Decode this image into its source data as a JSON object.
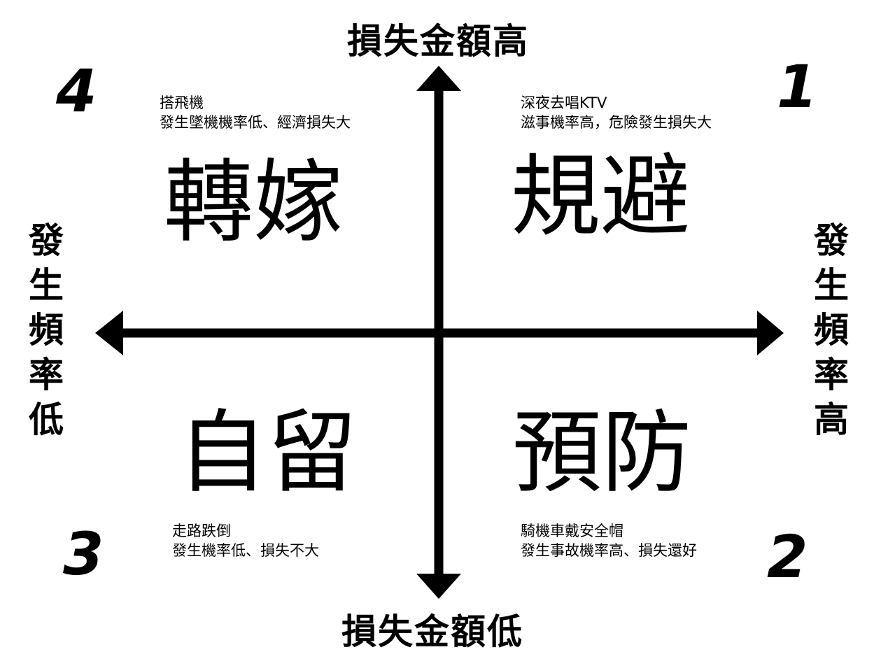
{
  "axes": {
    "top": "損失金額高",
    "bottom": "損失金額低",
    "left": "發\n生\n頻\n率\n低",
    "right": "發\n生\n頻\n率\n高"
  },
  "quadrants": {
    "q1": {
      "number": "1",
      "strategy": "規避",
      "example": "深夜去唱KTV",
      "note": "滋事機率高，危險發生損失大"
    },
    "q2": {
      "number": "2",
      "strategy": "預防",
      "example": "騎機車戴安全帽",
      "note": "發生事故機率高、損失還好"
    },
    "q3": {
      "number": "3",
      "strategy": "自留",
      "example": "走路跌倒",
      "note": "發生機率低、損失不大"
    },
    "q4": {
      "number": "4",
      "strategy": "轉嫁",
      "example": "搭飛機",
      "note": "發生墜機機率低、經濟損失大"
    }
  }
}
